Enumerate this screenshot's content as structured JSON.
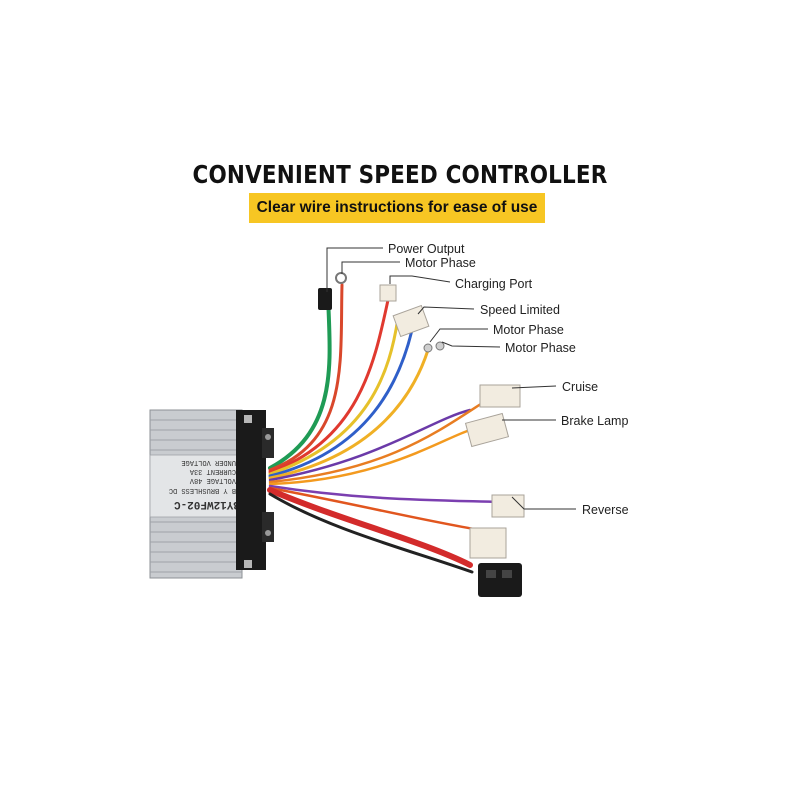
{
  "header": {
    "title": "CONVENIENT SPEED CONTROLLER",
    "subtitle": "Clear wire instructions for ease of use"
  },
  "colors": {
    "banner": "#f7c623",
    "title": "#111111",
    "housing": "#c9ccd0",
    "bracket": "#1a1a1a"
  },
  "controller_label": {
    "model": "BY12WF02-C",
    "brand": "B Y  BRUSHLESS DC",
    "voltage": "VOLTAGE    48V",
    "current": "CURRENT  33A",
    "under_voltage": "UNDER VOLTAGE"
  },
  "callouts": [
    {
      "id": "power-output",
      "label": "Power Output"
    },
    {
      "id": "motor-phase-1",
      "label": "Motor Phase"
    },
    {
      "id": "charging-port",
      "label": "Charging Port"
    },
    {
      "id": "speed-limited",
      "label": "Speed Limited"
    },
    {
      "id": "motor-phase-2",
      "label": "Motor Phase"
    },
    {
      "id": "motor-phase-3",
      "label": "Motor Phase"
    },
    {
      "id": "cruise",
      "label": "Cruise"
    },
    {
      "id": "brake-lamp",
      "label": "Brake Lamp"
    },
    {
      "id": "reverse",
      "label": "Reverse"
    }
  ]
}
